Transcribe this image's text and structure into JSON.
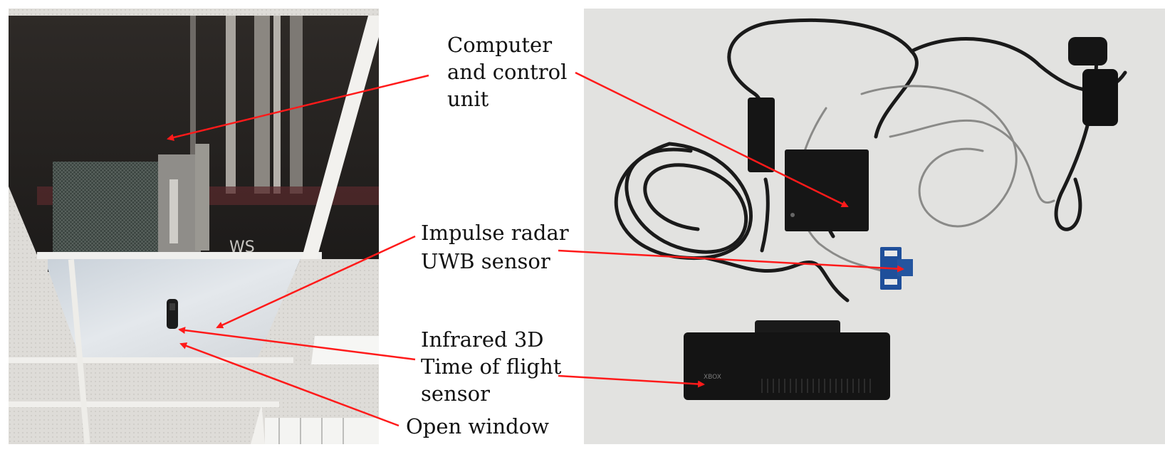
{
  "labels": {
    "computer_line1": "Computer",
    "computer_line2": "and control",
    "computer_line3": "unit",
    "radar_line1": "Impulse radar",
    "radar_line2": "UWB sensor",
    "tof_line1": "Infrared 3D",
    "tof_line2": "Time of flight",
    "tof_line3": "sensor",
    "window": "Open window"
  },
  "photo_text": {
    "xbox_logo": "XBOX",
    "ceiling_mark": "WS"
  },
  "colors": {
    "arrow": "#ff1a1a",
    "label_text": "#111111",
    "table_surface": "#e2e2e0",
    "ceiling_tile": "#d8d6d2"
  }
}
